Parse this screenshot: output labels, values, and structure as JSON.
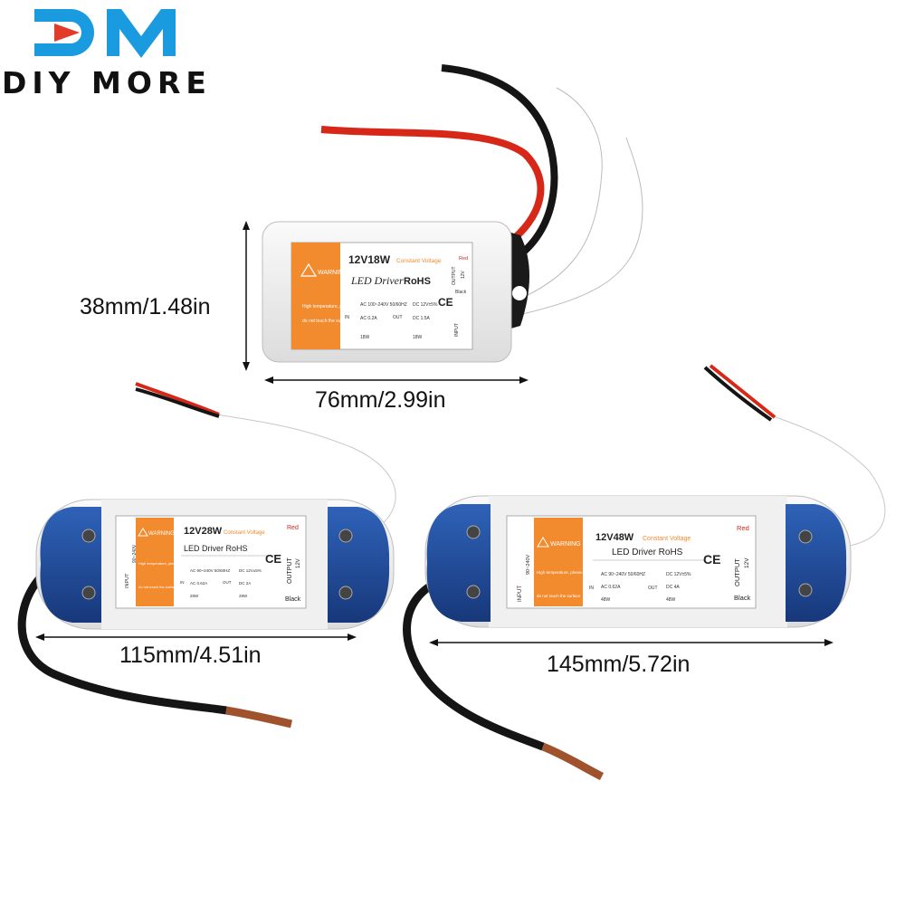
{
  "brand": {
    "wordmark": "DIY MORE",
    "accent_color": "#1a9be0"
  },
  "dimensions": {
    "small_height": "38mm/1.48in",
    "small_width": "76mm/2.99in",
    "medium_width": "115mm/4.51in",
    "large_width": "145mm/5.72in"
  },
  "drivers": {
    "small": {
      "model": "12V18W",
      "subtitle": "Constant Voltage",
      "product": "LED Driver",
      "rohs": "RoHS",
      "warning": "WARNING",
      "caution": "High temperature, please",
      "caution2": "do not touch the surface",
      "in_label": "IN",
      "out_label": "OUT",
      "in_spec1": "AC 100~240V 50/60HZ",
      "in_spec2": "AC 0.2A",
      "in_spec3": "18W",
      "out_spec1": "DC 12V±5%",
      "out_spec2": "DC 1.5A",
      "out_spec3": "18W",
      "output_label": "OUTPUT",
      "output_voltage": "12V",
      "red_label": "Red",
      "black_label": "Black",
      "input_label": "INPUT"
    },
    "medium": {
      "model": "12V28W",
      "subtitle": "Constant Voltage",
      "product": "LED Driver RoHS",
      "warning": "WARNING",
      "caution": "High temperature, please",
      "caution2": "do not touch the surface",
      "in_label": "IN",
      "out_label": "OUT",
      "in_spec1": "AC 90~240V 50/60HZ",
      "in_spec2": "AC 0.62A",
      "in_spec3": "28W",
      "out_spec1": "DC 12V±5%",
      "out_spec2": "DC 2A",
      "out_spec3": "28W",
      "output_label": "OUTPUT",
      "output_voltage": "12V",
      "red_label": "Red",
      "black_label": "Black",
      "input_label": "INPUT",
      "input_range": "90~240V"
    },
    "large": {
      "model": "12V48W",
      "subtitle": "Constant Voltage",
      "product": "LED Driver RoHS",
      "warning": "WARNING",
      "caution": "High temperature, please",
      "caution2": "do not touch the surface",
      "in_label": "IN",
      "out_label": "OUT",
      "in_spec1": "AC 90~240V 50/60HZ",
      "in_spec2": "AC 0.62A",
      "in_spec3": "48W",
      "out_spec1": "DC 12V±5%",
      "out_spec2": "DC 4A",
      "out_spec3": "48W",
      "output_label": "OUTPUT",
      "output_voltage": "12V",
      "red_label": "Red",
      "black_label": "Black",
      "input_label": "INPUT",
      "input_range": "90~240V"
    }
  },
  "colors": {
    "orange": "#f28a2e",
    "blue_cap": "#1f4fa0",
    "red_wire": "#d62718",
    "black_wire": "#151515",
    "brown_wire": "#a0522d"
  }
}
